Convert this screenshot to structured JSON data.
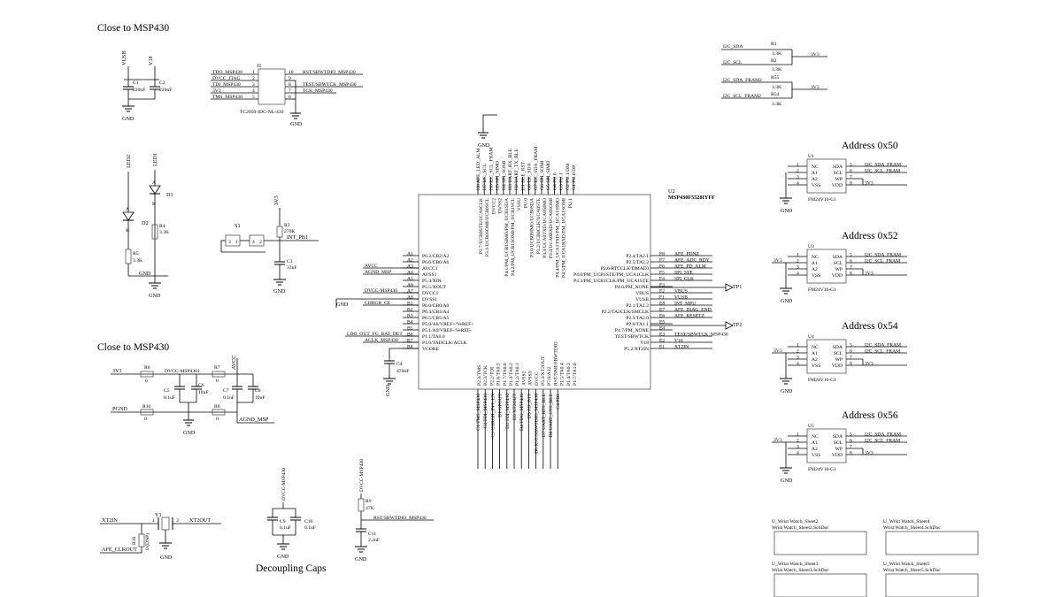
{
  "headings": {
    "close_top": "Close to MSP430",
    "close_bottom": "Close to MSP430",
    "decoupling": "Decoupling Caps",
    "addr50": "Address 0x50",
    "addr52": "Address 0x52",
    "addr54": "Address 0x54",
    "addr56": "Address 0x56"
  },
  "mcu": {
    "ref": "U2",
    "part": "MSP430F5528IYFF",
    "left_nets": [
      "AVCC",
      "AGND_MSP",
      "DVCC-MSP430",
      "GND",
      "CHRGR_CE",
      "LDO_OUT_FG_BAT_DET",
      "ACLK_MSP430"
    ],
    "left_pins": [
      {
        "id": "A1",
        "name": "P6.2/CB2/A2"
      },
      {
        "id": "A2",
        "name": "P6.6/CB6/A6"
      },
      {
        "id": "A3",
        "name": "AVCC1"
      },
      {
        "id": "A4",
        "name": "AVSS1"
      },
      {
        "id": "A5",
        "name": "P5.4/XIN"
      },
      {
        "id": "A6",
        "name": "P5.5/XOUT"
      },
      {
        "id": "A7",
        "name": "DVCC1"
      },
      {
        "id": "A8",
        "name": "DVSS1"
      },
      {
        "id": "B1",
        "name": "P6.0/CB0/A0"
      },
      {
        "id": "B2",
        "name": "P6.4/CB4/A4"
      },
      {
        "id": "B3",
        "name": "P6.5/CB5/A5"
      },
      {
        "id": "B4",
        "name": "P5.0/A8/VREF+/VeREF+"
      },
      {
        "id": "B5",
        "name": "P5.1/A9/VREF-/VeREF-"
      },
      {
        "id": "B6",
        "name": "P1.1/TA0.0"
      },
      {
        "id": "B7",
        "name": "P1.0/TADCLK/ACLK"
      },
      {
        "id": "B8",
        "name": "VCORE"
      }
    ],
    "right_pins": [
      {
        "id": "F8",
        "name": "P2.4/TA2.1",
        "net": "AFE_PDNZ"
      },
      {
        "id": "F7",
        "name": "P2.5/TA2.2",
        "net": "AFE_ADC_RDY"
      },
      {
        "id": "F6",
        "name": "P2.6/RTCCLK/DMAE0",
        "net": "AFE_PD_ALM"
      },
      {
        "id": "F5",
        "name": "P4.0/PM_UCB1STE/PM_UCA1CLK",
        "net": "SPI_STE"
      },
      {
        "id": "F4",
        "name": "P4.3/PM_UCB1CLK/PM_UCA1STE",
        "net": "SPI_CLK"
      },
      {
        "id": "F3",
        "name": "P4.6/PM_NONE",
        "net": ""
      },
      {
        "id": "F2",
        "name": "VBUS",
        "net": "VBUS"
      },
      {
        "id": "F1",
        "name": "VUSB",
        "net": "VUSB"
      },
      {
        "id": "E8",
        "name": "P2.1/TA1.2",
        "net": "INT_MPU"
      },
      {
        "id": "E7",
        "name": "P2.2/TA2CLK/SMCLK",
        "net": "AFE_DIAG_END"
      },
      {
        "id": "E6",
        "name": "P2.3/TA2.0",
        "net": "AFE_RESETZ"
      },
      {
        "id": "E5",
        "name": "P2.0/TA1.1",
        "net": ""
      },
      {
        "id": "E4",
        "name": "P4.7/PM_NONE",
        "net": ""
      },
      {
        "id": "E3",
        "name": "TEST/SBWTCK",
        "net": "TEST/SBWTCK_MSP430"
      },
      {
        "id": "E2",
        "name": "V18",
        "net": "V18"
      },
      {
        "id": "E1",
        "name": "P5.2/XT2IN",
        "net": "XT2IN"
      }
    ],
    "tp1": "TP1",
    "tp2": "TP2",
    "top_nets": [
      "H8 AFE_LED_ALM",
      "H7 I2C_SCL",
      "H6 I2C_SCL_FRAM",
      "H5 SPI_SIMO",
      "H4 SPI_SOMI",
      "H3 UART_RX_BLE",
      "H2 UART_TX_BLE",
      "H1 BLE_RST",
      "G8 I2C_SDA",
      "G7 I2C_SDA_FRAM",
      "G6 SPI_SOMI",
      "G5 SPI_SIMO",
      "G4 PU.0",
      "G3 PU.1",
      "G2 PU.1/DM",
      "G1 PU.0/DP"
    ],
    "top_pin_names": [
      "P2.7/UCB0STE/UCA0CLK",
      "P3.1/UCB0SOMI/UCB0SCL",
      "DVCC2",
      "DVSS2",
      "P4.1/PM_UCB1SIMO/PM_UCB1SDA",
      "P4.2/PM_UCB1SOMI/PM_UCB1SCL",
      "VSSU",
      "PU.0",
      "P3.0/UCB0SIMO/UCB0SDA",
      "P3.2/UCB0CLK/UCA0STE",
      "P3.3/UCA0TXD/UCA0SIMO",
      "P3.4/UCA0RXD/UCA0SOMI",
      "P4.4/PM_UCA1TXD/PM_UCA1SIMO",
      "P4.5/PM_UCA1RXD/PM_UCA1SOMI",
      "PU.1"
    ],
    "bottom_pin_names": [
      "P2.3/TMS",
      "P2.3/TCK",
      "P2.2/TDI",
      "P1.6/TA0.5",
      "P1.7/TA0.6",
      "P1.3/TA0.2",
      "P1.2/TA0.1",
      "AVSS2",
      "AVSS3",
      "DVCC",
      "P5.3/XT2OUT",
      "P7.0/A12",
      "RST/NMI/SBWTDIO",
      "P1.5/TA0.4",
      "P1.4/TA0.3",
      "P1.7/TA1.0"
    ],
    "bottom_nets": [
      "C1 TMS_MSP430",
      "C2 TDI_MSP430",
      "C3 CHRGR_INT_EN",
      "D1 GPOUT",
      "D2 TDI_MSP430",
      "D3 XT2OUT",
      "D4 TDO_MSP430",
      "D5 PD_BT1",
      "D6 RST/SBWTDIO_MSP430",
      "D7 UART_RTS_BLE",
      "D8 UART_CTS_BLE",
      "C4 PB1"
    ]
  },
  "jtag": {
    "ref": "J1",
    "part": "TC2050-IDC-NL-430",
    "left": [
      {
        "net": "TDO_MSP430",
        "pin": "1"
      },
      {
        "net": "DVCC_JTAG",
        "pin": "2"
      },
      {
        "net": "TDI_MSP430",
        "pin": "3"
      },
      {
        "net": "3V3",
        "pin": "4"
      },
      {
        "net": "TMS_MSP430",
        "pin": "5"
      }
    ],
    "right": [
      {
        "net": "RST/SBWTDIO_MSP430",
        "pin": "10"
      },
      {
        "net": "",
        "pin": "9"
      },
      {
        "net": "TEST/SBWTCK_MSP430",
        "pin": "8"
      },
      {
        "net": "TCK_MSP430",
        "pin": "7"
      },
      {
        "net": "",
        "pin": "6"
      }
    ],
    "gnd": "GND"
  },
  "caps_top": {
    "vusb": "VUSB",
    "v18": "V18",
    "c1": "C1",
    "c1v": "220nF",
    "c2": "C2",
    "c2v": "220nF",
    "gnd": "GND"
  },
  "leds": {
    "led2": "LED2",
    "led1": "LED1",
    "d1": "D1",
    "d2": "D2",
    "r4": "R4",
    "r4v": "3.3K",
    "r5": "R5",
    "r5v": "3.3K",
    "k1": "K",
    "a1": "A",
    "k2": "K",
    "a2": "A",
    "gnd_net": "GND",
    "gnd": "GND"
  },
  "switch": {
    "s1": "S1",
    "r3": "R3",
    "r3v": "270K",
    "c3": "C3",
    "c3v": "33nF",
    "net_3v3": "3V3",
    "int": "INT_PB1",
    "gnd": "GND",
    "p3": "3",
    "p1": "1",
    "p4": "4",
    "p2": "2"
  },
  "i2c_pullups": [
    {
      "net": "I2C_SDA",
      "ref": "R1",
      "val": "3.3K"
    },
    {
      "net": "I2C_SCL",
      "ref": "R2",
      "val": "3.3K"
    },
    {
      "net": "I2C_SDA_FRAM2",
      "ref": "R55",
      "val": "3.3K"
    },
    {
      "net": "I2C_SCL_FRAM2",
      "ref": "R54",
      "val": "3.3K"
    }
  ],
  "i2c_rail": "3V3",
  "frams": [
    {
      "ref": "U1",
      "part": "FM24V10-G1",
      "left_net": "",
      "sda": "I2C_SDA_FRAM",
      "scl": "I2C_SCL_FRAM",
      "vdd": "3V3",
      "gnd": "GND"
    },
    {
      "ref": "U3",
      "part": "FM24V10-G1",
      "left_net": "3V3",
      "sda": "I2C_SDA_FRAM",
      "scl": "I2C_SCL_FRAM",
      "vdd": "3V3",
      "gnd": "GND"
    },
    {
      "ref": "U4",
      "part": "FM24V10-G1",
      "left_net": "3V3",
      "sda": "I2C_SDA_FRAM",
      "scl": "I2C_SCL_FRAM",
      "vdd": "3V3",
      "gnd": "GND"
    },
    {
      "ref": "U5",
      "part": "FM24V10-G1",
      "left_net": "3V3",
      "sda": "I2C_SDA_FRAM",
      "scl": "I2C_SCL_FRAM",
      "vdd": "3V3",
      "gnd": "GND"
    }
  ],
  "fram_pins": {
    "nc": "NC",
    "a1": "A1",
    "a2": "A2",
    "vss": "VSS",
    "sda": "SDA",
    "scl": "SCL",
    "wp": "WP",
    "vdd": "VDD"
  },
  "power": {
    "r6": "R6",
    "r6v": "0",
    "dvcc": "DVCC-MSP4301",
    "avcc": "AVCC",
    "r7": "R7",
    "r7v": "0",
    "r16": "R16",
    "r16v": "0",
    "r8": "R8",
    "r8v": "0",
    "c5": "C5",
    "c5v": "0.1uF",
    "c6": "C6",
    "c6v": "10uF",
    "c7": "C7",
    "c7v": "0.1uF",
    "c8": "C8",
    "c8v": "10uF",
    "net_3v3": "3V3",
    "pgnd": "PGND",
    "agnd": "AGND_MSP",
    "gnd": "GND"
  },
  "decoupling": {
    "net": "DVCC-MSP430",
    "c9": "C9",
    "c9v": "0.1uF",
    "c10": "C10",
    "c10v": "0.1uF",
    "gnd": "GND"
  },
  "reset": {
    "net": "DVCC-MSP430",
    "r9": "R9",
    "r9v": "47K",
    "rst": "RST/SBWTDIO_MSP430",
    "c11": "C11",
    "c11v": "2.2nF",
    "gnd": "GND"
  },
  "crystal": {
    "xt2in": "XT2IN",
    "xt2out": "XT2OUT",
    "y1": "Y1",
    "r10": "R10",
    "r10v": "0 (DNP)",
    "afe": "AFE_CLKOUT",
    "gnd": "GND",
    "p1": "1",
    "p3": "3"
  },
  "c4": {
    "ref": "C4",
    "val": "470nF",
    "gnd": "GND"
  },
  "gnd_c": "GND",
  "sheets": [
    {
      "name": "U_Wrist Watch_Sheet2",
      "file": "Wrist Watch_Sheet2.SchDoc"
    },
    {
      "name": "U_Wrist Watch_Sheet4",
      "file": "Wrist Watch_Sheet4.SchDoc"
    },
    {
      "name": "U_Wrist Watch_Sheet3",
      "file": "Wrist Watch_Sheet3.SchDoc"
    },
    {
      "name": "U_Wrist Watch_Sheet5",
      "file": "Wrist Watch_Sheet5.SchDoc"
    }
  ]
}
